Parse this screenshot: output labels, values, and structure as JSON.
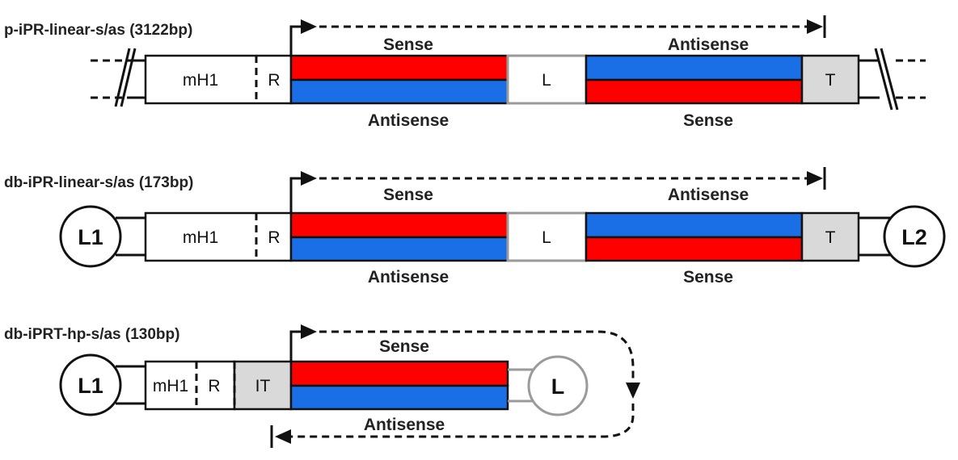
{
  "colors": {
    "sense": "#ff0000",
    "antisense": "#1a6fe6",
    "terminator_fill": "#d9d9d9",
    "outline": "#111111",
    "grey_outline": "#9a9a9a"
  },
  "constructs": [
    {
      "title": "p-iPR-linear-s/as (3122bp)",
      "promoter": "mH1",
      "r": "R",
      "loop": "L",
      "terminator": "T",
      "top_left_label": "Sense",
      "top_right_label": "Antisense",
      "bottom_left_label": "Antisense",
      "bottom_right_label": "Sense"
    },
    {
      "title": "db-iPR-linear-s/as (173bp)",
      "left_loop": "L1",
      "right_loop": "L2",
      "promoter": "mH1",
      "r": "R",
      "loop": "L",
      "terminator": "T",
      "top_left_label": "Sense",
      "top_right_label": "Antisense",
      "bottom_left_label": "Antisense",
      "bottom_right_label": "Sense"
    },
    {
      "title": "db-iPRT-hp-s/as (130bp)",
      "left_loop": "L1",
      "promoter": "mH1",
      "r": "R",
      "it": "IT",
      "loop": "L",
      "top_label": "Sense",
      "bottom_label": "Antisense"
    }
  ]
}
